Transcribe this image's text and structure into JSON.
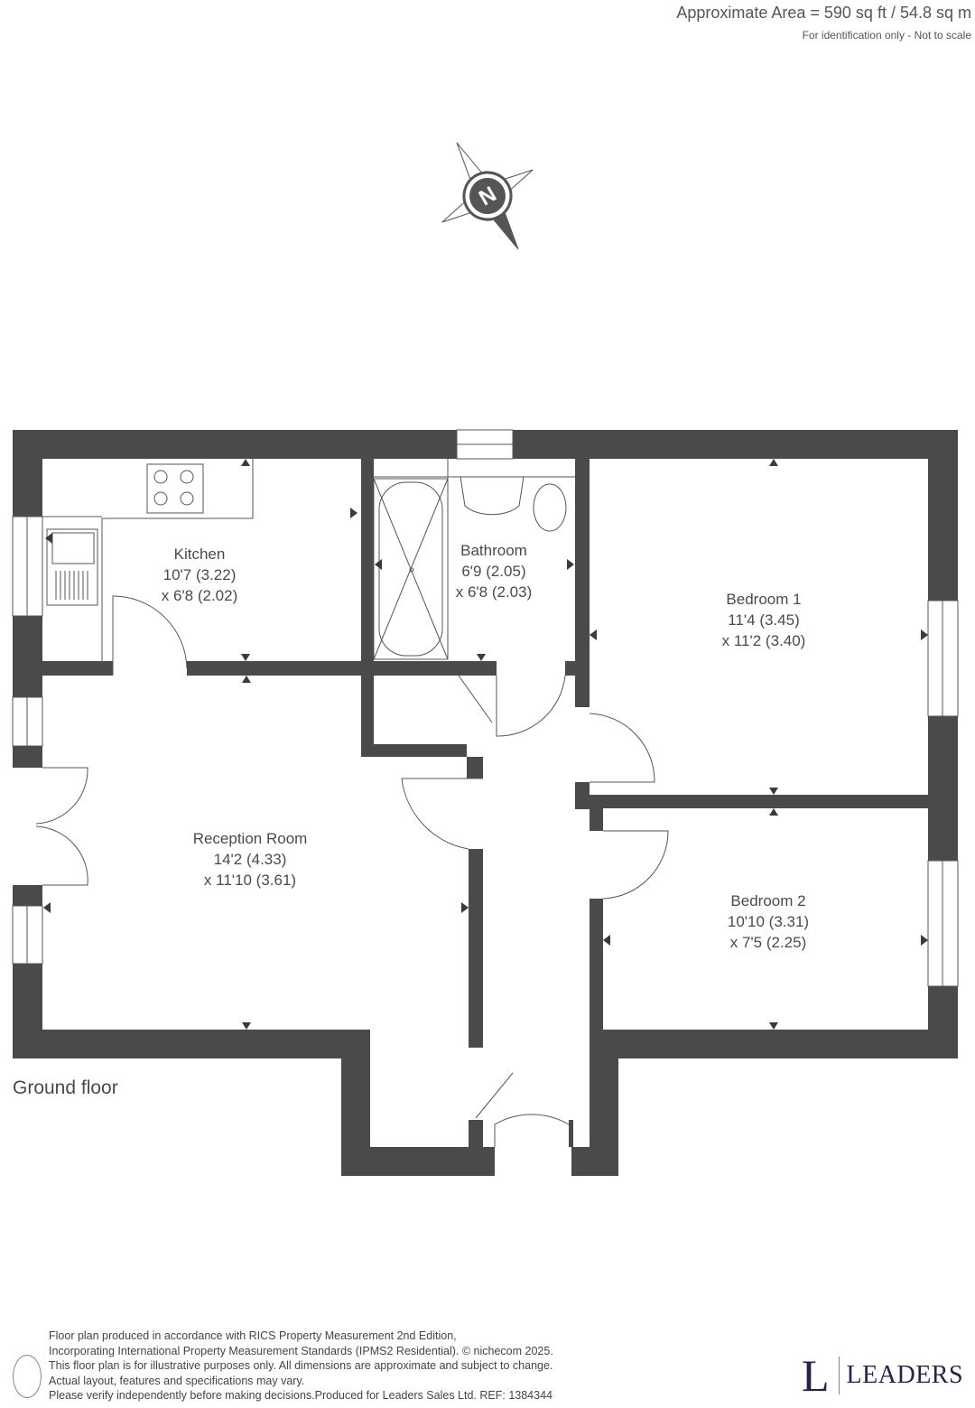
{
  "header": {
    "area": "Approximate Area = 590 sq ft / 54.8 sq m",
    "note": "For identification only - Not to scale"
  },
  "compass": {
    "label": "N"
  },
  "rooms": [
    {
      "name": "Kitchen",
      "dim1": "10'7 (3.22)",
      "dim2": "x 6'8 (2.02)"
    },
    {
      "name": "Bathroom",
      "dim1": "6'9 (2.05)",
      "dim2": "x 6'8 (2.03)"
    },
    {
      "name": "Bedroom 1",
      "dim1": "11'4 (3.45)",
      "dim2": "x 11'2 (3.40)"
    },
    {
      "name": "Reception Room",
      "dim1": "14'2 (4.33)",
      "dim2": "x 11'10 (3.61)"
    },
    {
      "name": "Bedroom 2",
      "dim1": "10'10 (3.31)",
      "dim2": "x 7'5 (2.25)"
    }
  ],
  "floor_label": "Ground floor",
  "footer": {
    "lines": [
      "Floor plan produced in accordance with RICS Property Measurement 2nd Edition,",
      "Incorporating International Property Measurement Standards (IPMS2 Residential).   © nichecom 2025.",
      "This floor plan is for illustrative purposes only. All dimensions are approximate and subject to change.",
      "Actual layout, features and specifications may vary.",
      "Please verify independently before making decisions.Produced for Leaders Sales Ltd.   REF:  1384344"
    ]
  },
  "logo": {
    "letter": "L",
    "name": "LEADERS"
  },
  "colors": {
    "wall": "#4a4a4a",
    "brand": "#25234a"
  }
}
